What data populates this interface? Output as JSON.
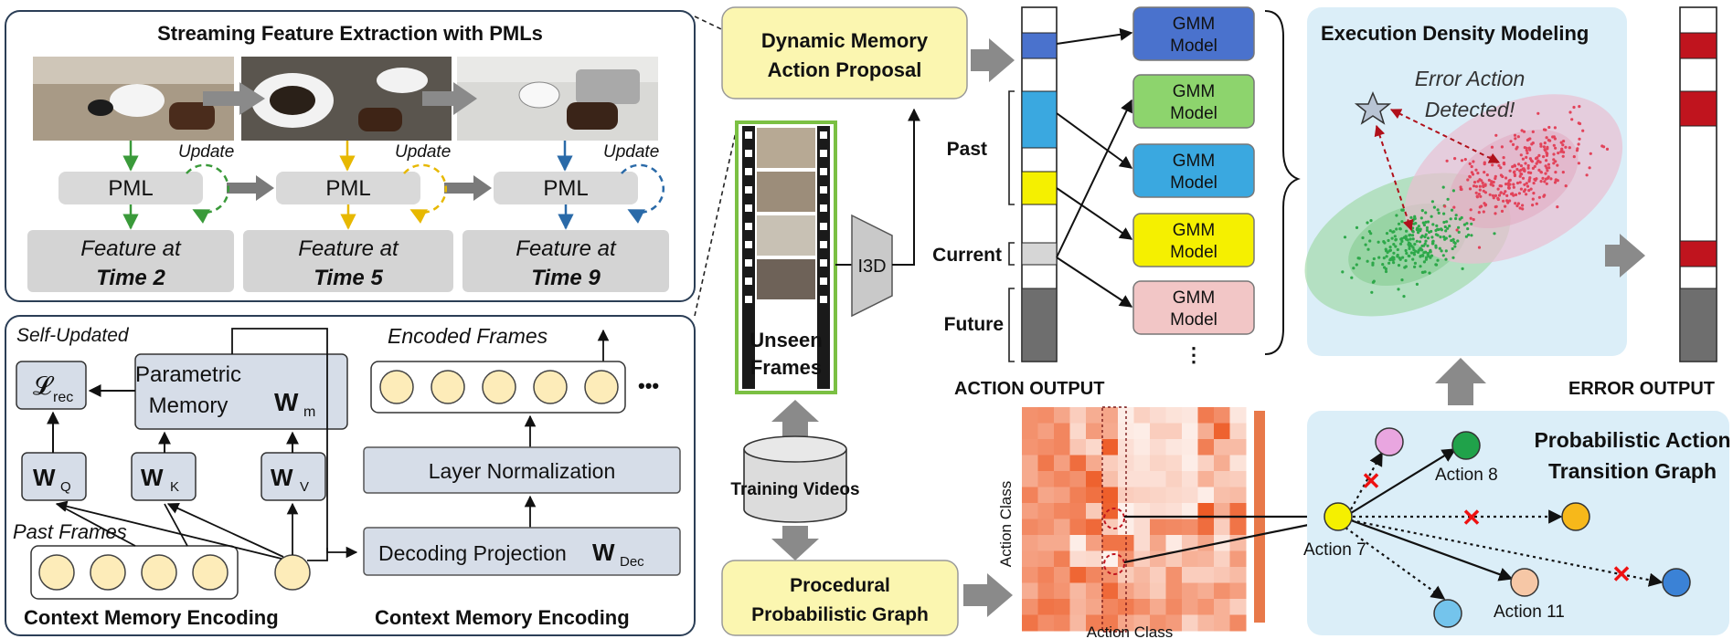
{
  "colors": {
    "panel_bg_blue": "#dbeef8",
    "yellow_box": "#fbf6b0",
    "gray_box": "#dfe3ea",
    "gmm_blue": "#4a72cd",
    "gmm_green": "#8dd46d",
    "gmm_cyan": "#3aa8e0",
    "gmm_yellow": "#f5f000",
    "gmm_pink": "#f2c6c6",
    "error_red": "#c0141e",
    "update_green": "#3a9a3a",
    "update_yellow": "#e7b800",
    "update_blue": "#2a6aa8",
    "frame_border": "#7bc043"
  },
  "streaming": {
    "title": "Streaming Feature Extraction with PMLs",
    "update_label": "Update",
    "pml_label": "PML",
    "features": [
      {
        "line1": "Feature at",
        "line2": "Time 2"
      },
      {
        "line1": "Feature at",
        "line2": "Time 5"
      },
      {
        "line1": "Feature at",
        "line2": "Time 9"
      }
    ]
  },
  "cme": {
    "self_updated": "Self-Updated",
    "loss": "𝓛",
    "loss_sub": "rec",
    "param_memory_line1": "Parametric",
    "param_memory_line2": "Memory",
    "wm": "W",
    "wm_sub": "m",
    "wq": "W",
    "wq_sub": "Q",
    "wk": "W",
    "wk_sub": "K",
    "wv": "W",
    "wv_sub": "V",
    "past_frames": "Past Frames",
    "encoded_frames": "Encoded Frames",
    "ellipsis": "•••",
    "layer_norm": "Layer Normalization",
    "decoding_projection": "Decoding Projection",
    "wdec": "W",
    "wdec_sub": "Dec",
    "left_caption": "Context Memory Encoding",
    "right_caption": "Context Memory Encoding"
  },
  "middle": {
    "dmap_line1": "Dynamic Memory",
    "dmap_line2": "Action Proposal",
    "unseen_line1": "Unseen",
    "unseen_line2": "Frames",
    "i3d": "I3D",
    "training_videos": "Training Videos",
    "ppg_line1": "Procedural",
    "ppg_line2": "Probabilistic Graph"
  },
  "action": {
    "past": "Past",
    "current": "Current",
    "future": "Future",
    "output_label": "ACTION OUTPUT",
    "gmm_line1": "GMM",
    "gmm_line2": "Model",
    "more": "⋮",
    "heatmap_xlabel": "Action Class",
    "heatmap_ylabel": "Action Class"
  },
  "density": {
    "title": "Execution Density Modeling",
    "error_line1": "Error Action",
    "error_line2": "Detected!",
    "error_output": "ERROR OUTPUT"
  },
  "graph": {
    "title_line1": "Probabilistic Action",
    "title_line2": "Transition Graph",
    "action7": "Action 7",
    "action8": "Action 8",
    "action11": "Action 11",
    "cross": "✕"
  }
}
